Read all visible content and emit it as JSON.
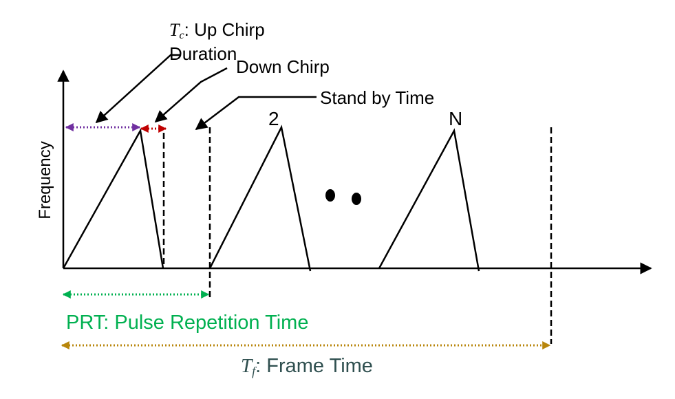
{
  "labels": {
    "tc_symbol": "T",
    "tc_subscript": "c",
    "tc_text": ": Up Chirp",
    "duration": "Duration",
    "down_chirp": "Down Chirp",
    "stand_by": "Stand by Time",
    "chirp_2": "2",
    "chirp_n": "N",
    "y_axis": "Frequency",
    "prt": "PRT: Pulse Repetition Time",
    "tf_symbol": "T",
    "tf_subscript": "f",
    "tf_text": ": Frame Time"
  },
  "colors": {
    "line": "#000000",
    "up_chirp_arrow": "#7030A0",
    "down_chirp_arrow": "#C00000",
    "prt": "#00B050",
    "frame_arrow": "#B8860B",
    "frame_label": "#2F4F4F"
  }
}
